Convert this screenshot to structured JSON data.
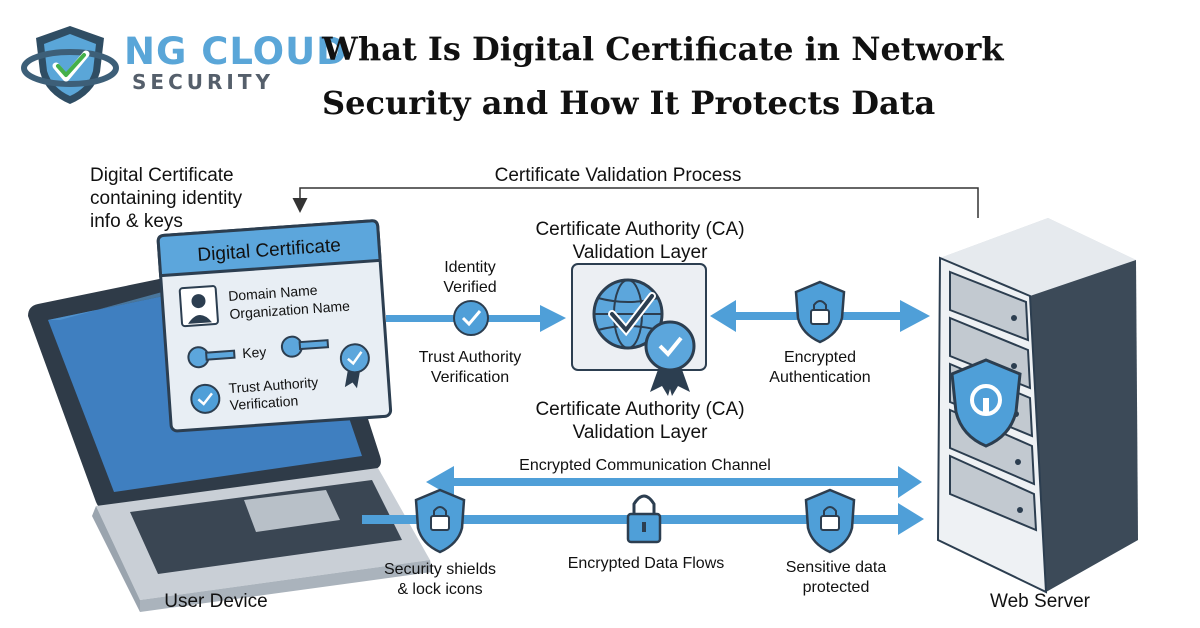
{
  "logo": {
    "line1": "NG CLOUD",
    "line2": "SECURITY"
  },
  "title": "What Is Digital Certificate in Network Security and How It Protects Data",
  "labels": {
    "certificate_note": [
      "Digital Certificate",
      "containing identity",
      "info & keys"
    ],
    "validation_process": "Certificate Validation Process",
    "ca_top": [
      "Certificate Authority (CA)",
      "Validation Layer"
    ],
    "ca_bottom": [
      "Certificate Authority (CA)",
      "Validation Layer"
    ],
    "identity_verified": [
      "Identity",
      "Verified"
    ],
    "trust_authority_verification": [
      "Trust Authority",
      "Verification"
    ],
    "encrypted_authentication": [
      "Encrypted",
      "Authentication"
    ],
    "channel": "Encrypted Communication Channel",
    "shields": [
      "Security shields",
      "& lock icons"
    ],
    "data_flows": "Encrypted Data Flows",
    "sensitive": [
      "Sensitive data",
      "protected"
    ],
    "user_device": "User Device",
    "web_server": "Web Server"
  },
  "certificate_card": {
    "heading": "Digital Certificate",
    "domain_name": "Domain Name",
    "organization_name": "Organization Name",
    "key": "Key",
    "trust_line1": "Trust Authority",
    "trust_line2": "Verification"
  },
  "colors": {
    "accent": "#4f9fd8",
    "dark": "#2c3e50",
    "panel": "#e8edf2",
    "card_header": "#5ca6dc"
  }
}
